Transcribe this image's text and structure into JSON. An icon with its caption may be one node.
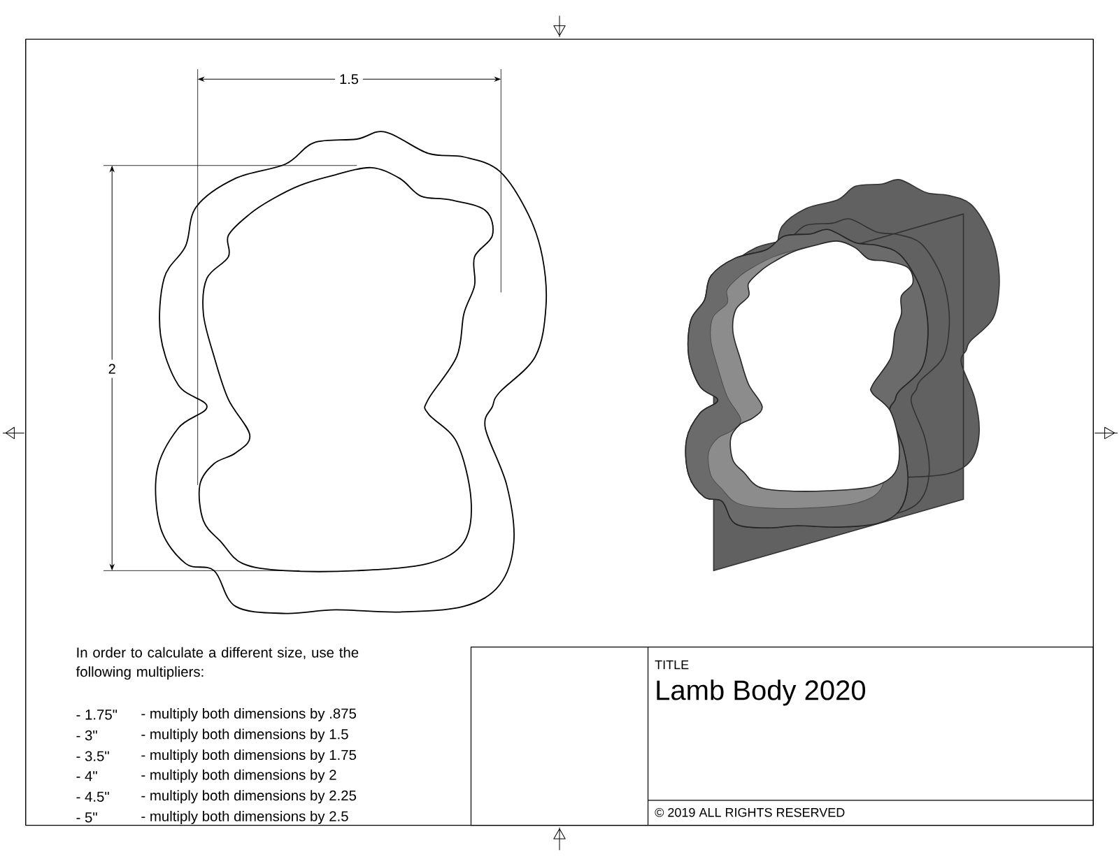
{
  "diagram": {
    "title": "Lamb Body 2020",
    "labels": [
      "1.5",
      "2",
      "In order to calculate a different size, use the following multipliers:",
      "- 1.75\"",
      "- multiply both dimensions by .875",
      "- 3\"",
      "- multiply both dimensions by 1.5",
      "- 3.5\"",
      "- multiply both dimensions by 1.75",
      "- 4\"",
      "- multiply both dimensions by 2",
      "- 4.5\"",
      "- multiply both dimensions by 2.25",
      "- 5\"",
      "- multiply both dimensions by 2.5",
      "TITLE",
      "© 2019 ALL RIGHTS RESERVED"
    ]
  }
}
